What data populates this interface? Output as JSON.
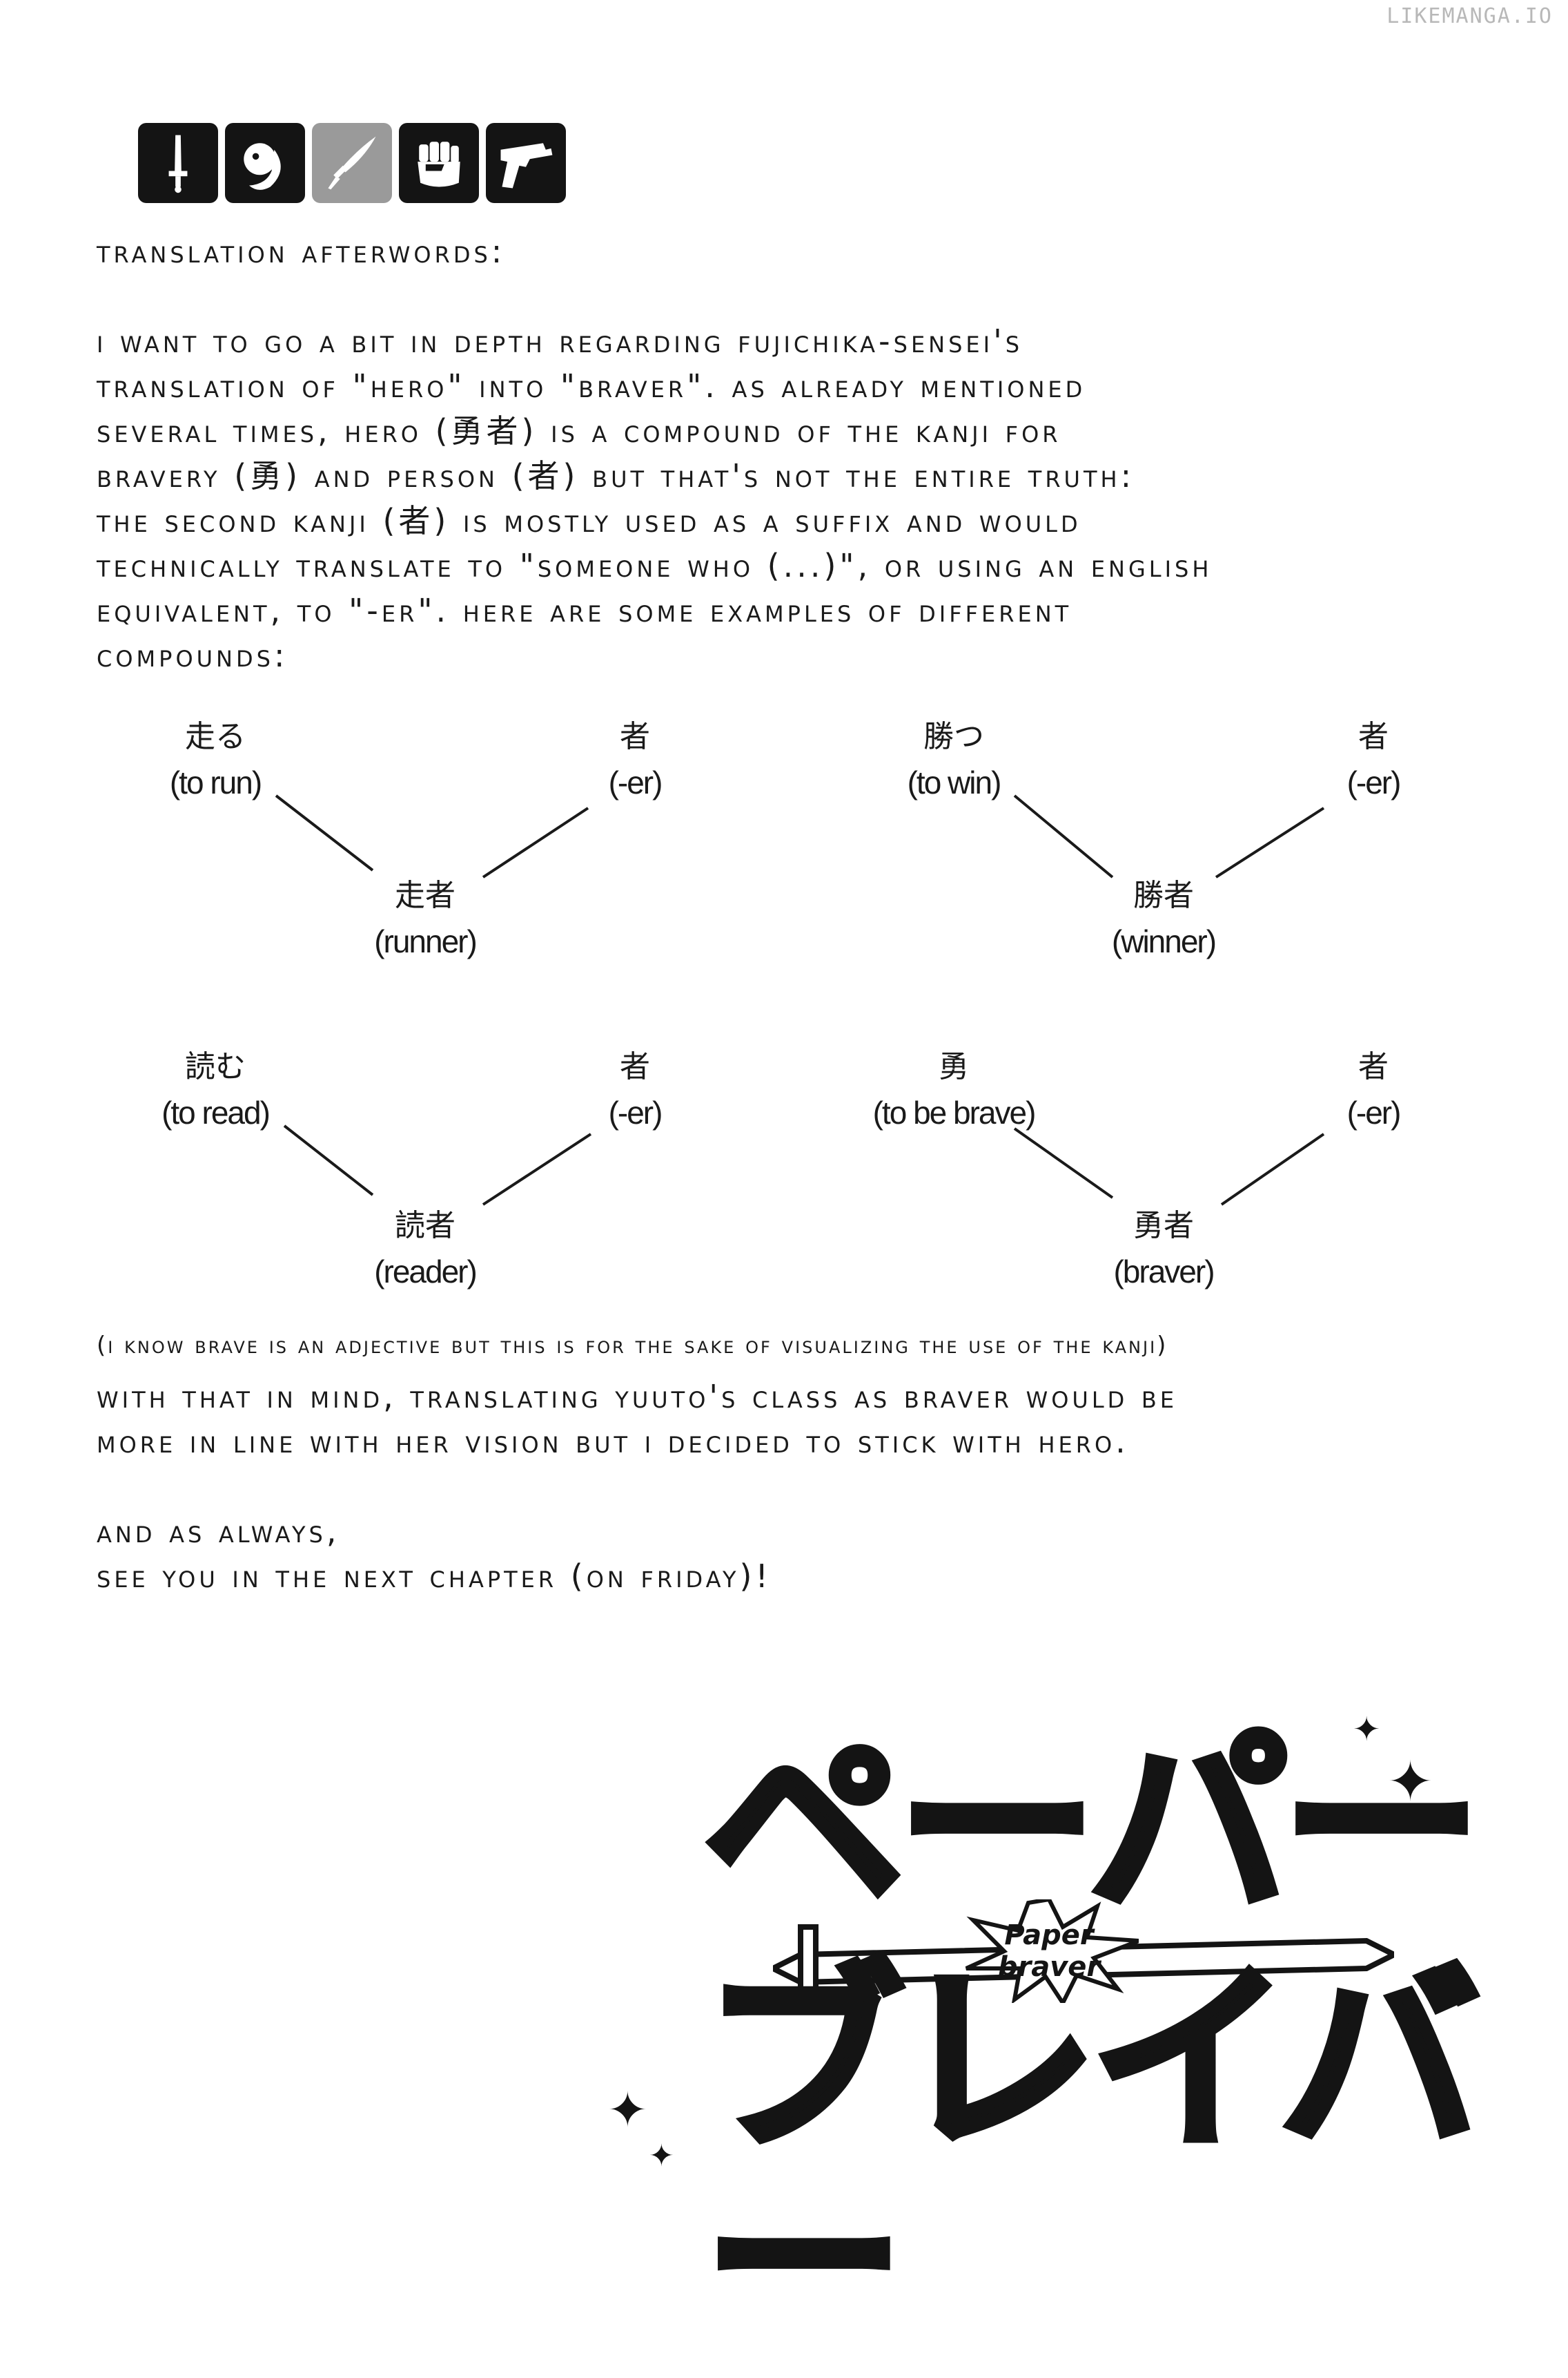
{
  "watermark": "LIKEMANGA.IO",
  "icons": [
    "sword-icon",
    "spirit-orb-icon",
    "dagger-icon",
    "fist-icon",
    "gun-icon"
  ],
  "heading": "Translation Afterwords:",
  "paragraph1": [
    "I want to go a bit in depth regarding Fujichika-sensei's",
    "translation of \"Hero\" into \"Braver\". As already mentioned",
    "several times, Hero (勇者) is a compound of the kanji for",
    "bravery (勇) and person (者) but that's not the entire truth:",
    "the second kanji (者) is mostly used as a suffix and would",
    "technically translate to \"someone who (...)\", or using an English",
    "equivalent, to \"-er\". Here are some examples of different",
    "compounds:"
  ],
  "compounds": [
    {
      "left_jp": "走る",
      "left_en": "(to run)",
      "right_jp": "者",
      "right_en": "(-er)",
      "result_jp": "走者",
      "result_en": "(runner)"
    },
    {
      "left_jp": "勝つ",
      "left_en": "(to win)",
      "right_jp": "者",
      "right_en": "(-er)",
      "result_jp": "勝者",
      "result_en": "(winner)"
    },
    {
      "left_jp": "読む",
      "left_en": "(to read)",
      "right_jp": "者",
      "right_en": "(-er)",
      "result_jp": "読者",
      "result_en": "(reader)"
    },
    {
      "left_jp": "勇",
      "left_en": "(to be brave)",
      "right_jp": "者",
      "right_en": "(-er)",
      "result_jp": "勇者",
      "result_en": "(braver)"
    }
  ],
  "note": "(I know brave is an adjective but this is for the sake of visualizing the use of the kanji)",
  "paragraph2": [
    "With that in mind, translating Yuuto's class as Braver would be",
    "more in line with her vision but I decided to stick with Hero."
  ],
  "closing": [
    "And as always,",
    "see you in the next chapter (on Friday)!"
  ],
  "logo": {
    "top_text": "ペーパー",
    "bottom_text": "ブレイバー",
    "badge_line1": "Paper",
    "badge_line2": "braver"
  }
}
